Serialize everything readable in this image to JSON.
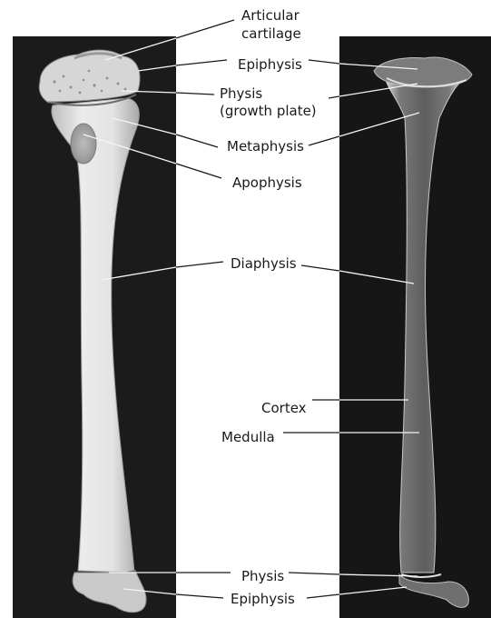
{
  "labels": {
    "articular_cartilage_1": "Articular",
    "articular_cartilage_2": "cartilage",
    "epiphysis_top": "Epiphysis",
    "physis_top_1": "Physis",
    "physis_top_2": "(growth plate)",
    "metaphysis": "Metaphysis",
    "apophysis": "Apophysis",
    "diaphysis": "Diaphysis",
    "cortex": "Cortex",
    "medulla": "Medulla",
    "physis_bottom": "Physis",
    "epiphysis_bottom": "Epiphysis"
  }
}
